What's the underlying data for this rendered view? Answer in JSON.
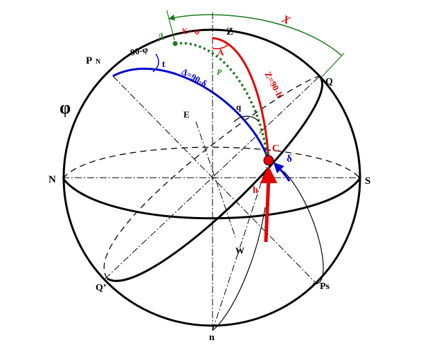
{
  "labels": {
    "zenith": "Z",
    "nadir": "n",
    "north": "N",
    "south": "S",
    "east": "E",
    "west": "W",
    "north_pole": "P",
    "north_pole_sub": "N",
    "south_pole": "Ps",
    "equator_top": "Q",
    "equator_bottom": "Q’",
    "phi": "φ",
    "star": "C",
    "delta": "δ",
    "h": "h",
    "A": "A",
    "t": "t",
    "q": "q",
    "P_green": "P",
    "X": "X",
    "X_minus_phi": "X - φ",
    "ninety_minus_phi": "90-φ",
    "Delta_equals": "Δ=90-δ",
    "Z_equals": "Z=90-h",
    "D": "Д"
  },
  "colors": {
    "black": "#000000",
    "red": "#e60000",
    "blue": "#0000cc",
    "green": "#1a7a1a"
  }
}
